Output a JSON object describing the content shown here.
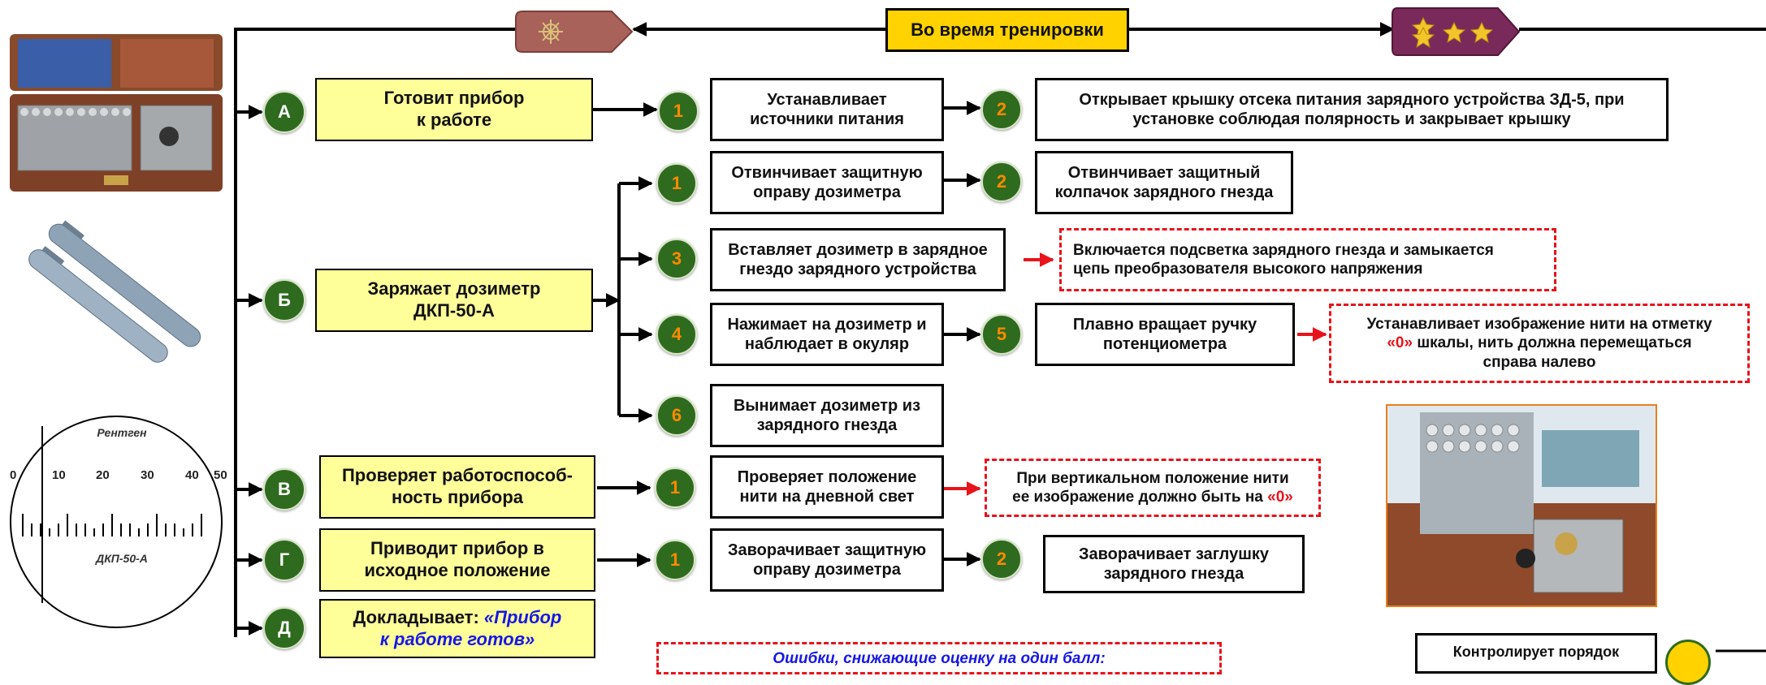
{
  "header": {
    "title": "Во время тренировки"
  },
  "steps": [
    {
      "letter": "А",
      "label": "Готовит прибор\nк работе"
    },
    {
      "letter": "Б",
      "label": "Заряжает дозиметр\nДКП-50-А"
    },
    {
      "letter": "В",
      "label": "Проверяет работоспособ-\nность  прибора"
    },
    {
      "letter": "Г",
      "label": "Приводит прибор в\nисходное положение"
    },
    {
      "letter": "Д",
      "label_plain": "Докладывает: ",
      "label_quote": "«Прибор\nк работе готов»"
    }
  ],
  "actions": {
    "a1": {
      "num": "1",
      "text": "Устанавливает\nисточники питания"
    },
    "a2": {
      "num": "2",
      "text": "Открывает крышку отсека питания зарядного устройства  ЗД-5, при\nустановке соблюдая полярность и закрывает крышку"
    },
    "b1": {
      "num": "1",
      "text": "Отвинчивает защитную\nоправу дозиметра"
    },
    "b2": {
      "num": "2",
      "text": "Отвинчивает защитный\nколпачок зарядного гнезда"
    },
    "b3": {
      "num": "3",
      "text": "Вставляет дозиметр в зарядное\nгнездо зарядного устройства"
    },
    "b3_result": "Включается подсветка зарядного гнезда и замыкается\nцепь преобразователя высокого напряжения",
    "b4": {
      "num": "4",
      "text": "Нажимает на дозиметр и\nнаблюдает в окуляр"
    },
    "b5": {
      "num": "5",
      "text": "Плавно вращает ручку\nпотенциометра"
    },
    "b5_result": {
      "part1": "Устанавливает изображение нити на  отметку\n",
      "mark": "«0»",
      "part2": "  шкалы, нить должна  перемещаться\nсправа налево"
    },
    "b6": {
      "num": "6",
      "text": "Вынимает дозиметр  из\nзарядного гнезда"
    },
    "c1": {
      "num": "1",
      "text": "Проверяет положение\nнити на дневной свет"
    },
    "c1_result": {
      "part1": "При вертикальном положение нити\nее изображение должно быть на ",
      "mark": "«0»"
    },
    "d1": {
      "num": "1",
      "text": "Заворачивает защитную\nоправу дозиметра"
    },
    "d2": {
      "num": "2",
      "text": "Заворачивает заглушку\nзарядного гнезда"
    }
  },
  "footer": {
    "errors_title": "Ошибки, снижающие оценку на один балл:",
    "control_text": "Контролирует порядок"
  },
  "scale": {
    "title": "Рентген",
    "ticks": [
      "0",
      "10",
      "20",
      "30",
      "40",
      "50"
    ],
    "model": "ДКП-50-А"
  },
  "colors": {
    "accent_yellow": "#ffff99",
    "header_yellow": "#ffd200",
    "circle_green": "#2e6b1e",
    "number_orange": "#ff8a00",
    "error_red": "#e8131b",
    "quote_blue": "#1717e6"
  }
}
